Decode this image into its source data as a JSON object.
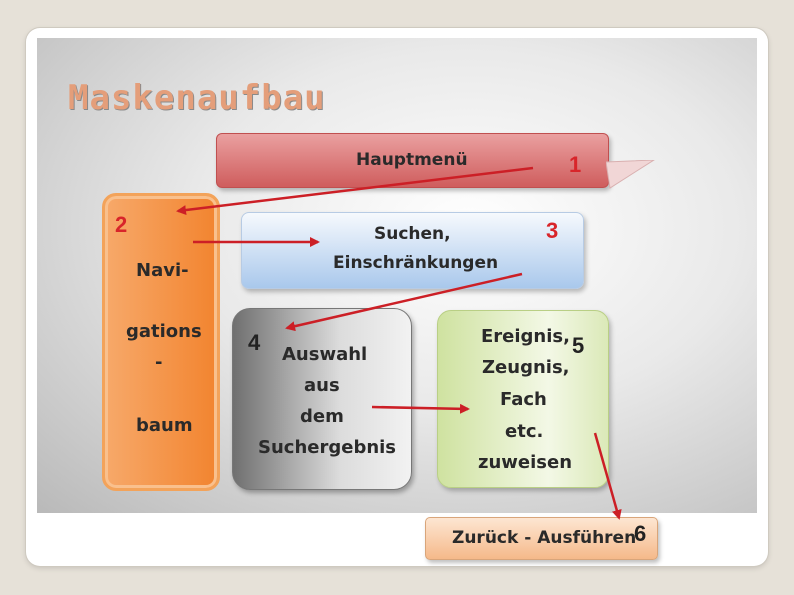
{
  "title": "Maskenaufbau",
  "boxes": {
    "hauptmenu": {
      "label": "Hauptmenü",
      "number": "1"
    },
    "navi": {
      "number": "2",
      "line1": "Navi-",
      "line2": "gations",
      "line3": "-",
      "line4": "baum"
    },
    "suchen": {
      "number": "3",
      "line1": "Suchen,",
      "line2": "Einschränkungen"
    },
    "auswahl": {
      "number": "4",
      "line1": "Auswahl",
      "line2": "aus",
      "line3": "dem",
      "line4": "Suchergebnis"
    },
    "ereignis": {
      "number": "5",
      "line1": "Ereignis,",
      "line2": "Zeugnis,",
      "line3": "Fach",
      "line4": "etc.",
      "line5": "zuweisen"
    },
    "zurueck": {
      "label": "Zurück - Ausführen",
      "number": "6"
    }
  },
  "colors": {
    "number_red": "#d8252a",
    "number_dark": "#222222",
    "arrow": "#cc1f26"
  }
}
